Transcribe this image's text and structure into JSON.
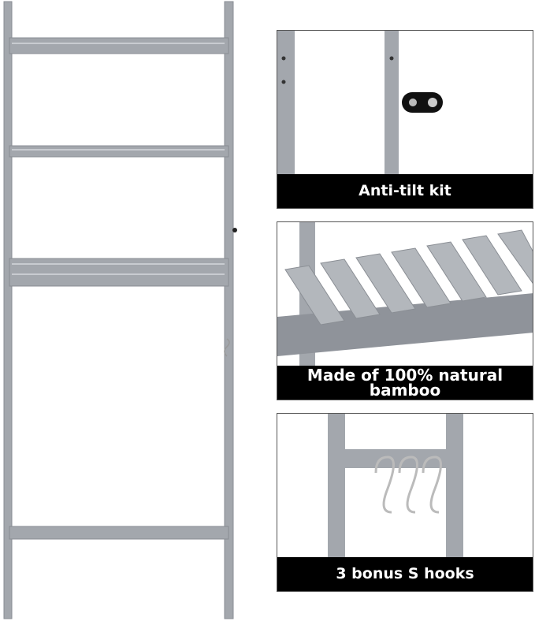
{
  "features": [
    {
      "label": "Anti-tilt kit",
      "icon": "anti-tilt-bracket"
    },
    {
      "label": "Made of 100% natural bamboo",
      "icon": "bamboo-shelf-slats"
    },
    {
      "label": "3 bonus S hooks",
      "icon": "s-hooks"
    }
  ],
  "colors": {
    "frame": "#a3a7ad",
    "frame_dark": "#7f838a",
    "label_bg": "#000000",
    "label_text": "#ffffff"
  }
}
